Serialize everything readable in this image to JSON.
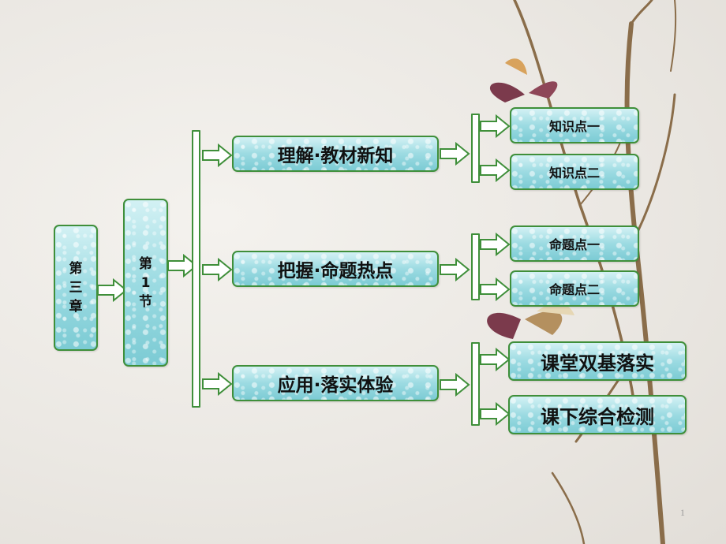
{
  "chapter": {
    "lines": [
      "第",
      "三",
      "章"
    ]
  },
  "section": {
    "lines": [
      "第",
      "1",
      "节"
    ]
  },
  "sections": [
    {
      "label": "理解·教材新知",
      "children": [
        "知识点一",
        "知识点二"
      ]
    },
    {
      "label": "把握·命题热点",
      "children": [
        "命题点一",
        "命题点二"
      ]
    },
    {
      "label": "应用·落实体验",
      "children": [
        "课堂双基落实",
        "课下综合检测"
      ]
    }
  ],
  "page_number": "1",
  "colors": {
    "box_fill": "#9cdbe2",
    "border": "#3f8f3a"
  }
}
